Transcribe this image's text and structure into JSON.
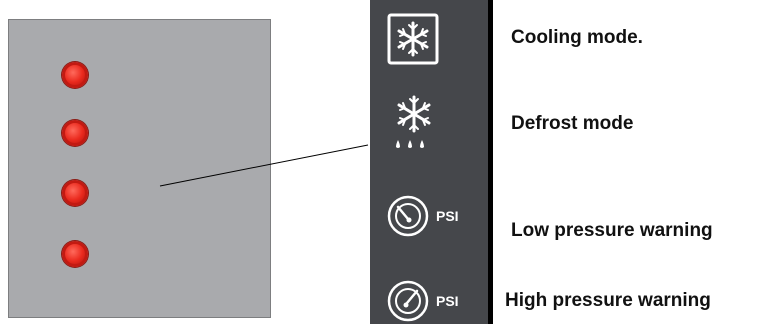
{
  "panel": {
    "indicator_color": "#e8281d",
    "background_color": "#a9aaad"
  },
  "legend": {
    "strip_color": "#45474b",
    "items": [
      {
        "icon": "snowflake-boxed-icon",
        "label": "Cooling mode."
      },
      {
        "icon": "snowflake-drops-icon",
        "label": "Defrost mode"
      },
      {
        "icon": "pressure-gauge-low-icon",
        "icon_text": "PSI",
        "label": "Low pressure warning"
      },
      {
        "icon": "pressure-gauge-high-icon",
        "icon_text": "PSI",
        "label": "High pressure warning"
      }
    ]
  }
}
